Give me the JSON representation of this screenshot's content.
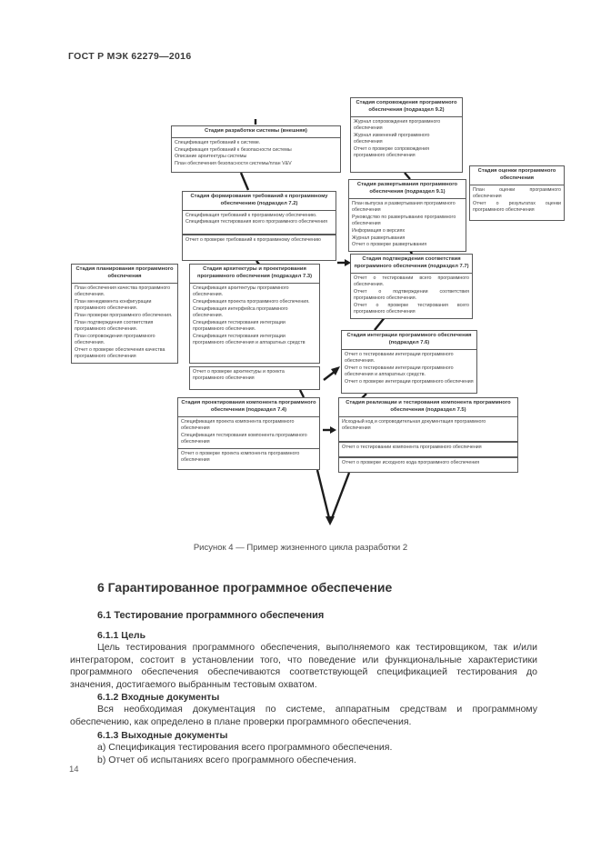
{
  "page": {
    "header": "ГОСТ Р МЭК 62279—2016",
    "page_number": "14"
  },
  "figure": {
    "caption": "Рисунок 4 — Пример жизненного цикла разработки 2",
    "boxes": {
      "sys_dev": {
        "title": "Стадия разработки системы (внешняя)",
        "items": [
          "Спецификация требований к системе.",
          "Спецификация требований к безопасности системы",
          "Описание архитектуры системы",
          "План обеспечения безопасности системы/план V&V"
        ]
      },
      "maintenance": {
        "title": "Стадия сопровождения программного обеспечения (подраздел 9.2)",
        "items": [
          "Журнал сопровождения программного обеспечения",
          "Журнал изменений программного обеспечения",
          "Отчет о проверке сопровождения программного обеспечения"
        ]
      },
      "requirements": {
        "title": "Стадия формирования требований к программному обеспечению (подраздел 7.2)",
        "items": [
          "Спецификация требований к программному обеспечению.",
          "Спецификация тестирования всего программного обеспечения"
        ],
        "report": "Отчет о проверке требований к программному обеспечению"
      },
      "deployment": {
        "title": "Стадия развертывания программного обеспечения (подраздел 9.1)",
        "items": [
          "План выпуска и развертывания программного обеспечения",
          "Руководство по развертыванию программного обеспечения",
          "Информация о версиях",
          "Журнал развертывания",
          "Отчет о проверке развертывания"
        ]
      },
      "assessment": {
        "title": "Стадия оценки программного обеспечения",
        "items": [
          "План оценки программного обеспечения",
          "Отчет о результатах оценки программного обеспечения"
        ]
      },
      "validation": {
        "title": "Стадия подтверждения соответствия программного обеспечения (подраздел 7.7)",
        "items": [
          "Отчет о тестировании всего программного обеспечения.",
          "Отчет о подтверждении соответствия программного обеспечения.",
          "Отчет о проверке тестирования всего программного обеспечения"
        ]
      },
      "planning": {
        "title": "Стадия планирования программного обеспечения",
        "items": [
          "План обеспечения качества программного обеспечения.",
          "План менеджмента конфигурации программного обеспечения.",
          "План проверки программного обеспечения.",
          "План подтверждения соответствия программного обеспечения.",
          "План сопровождения программного обеспечения.",
          "Отчет о проверке обеспечения качества программного обеспечения"
        ]
      },
      "architecture": {
        "title": "Стадия архитектуры и проектирования программного обеспечения (подраздел 7.3)",
        "items": [
          "Спецификация архитектуры программного обеспечения.",
          "Спецификация проекта программного обеспечения.",
          "Спецификация интерфейса программного обеспечения.",
          "Спецификация тестирования интеграции программного обеспечения.",
          "Спецификация тестирования интеграции программного обеспечения и аппаратных средств"
        ],
        "report": "Отчет о проверке архитектуры и проекта программного обеспечения"
      },
      "integration": {
        "title": "Стадия интеграции программного обеспечения (подраздел 7.6)",
        "items": [
          "Отчет о тестировании интеграции программного обеспечения.",
          "Отчет о тестировании интеграции программного обеспечения и аппаратных средств.",
          "Отчет о проверке интеграции программного обеспечения"
        ]
      },
      "comp_design": {
        "title": "Стадия проектирования компонента программного обеспечения (подраздел 7.4)",
        "items": [
          "Спецификация проекта компонента программного обеспечения",
          "Спецификация тестирования компонента программного обеспечения"
        ],
        "report": "Отчет о проверке проекта компонента программного обеспечения"
      },
      "implementation": {
        "title": "Стадия реализации и тестирования компонента программного обеспечения (подраздел 7.5)",
        "items": [
          "Исходный код и сопроводительная документация программного обеспечения"
        ],
        "report1": "Отчет о тестировании компонента программного обеспечения",
        "report2": "Отчет о проверке исходного кода программного обеспечения"
      }
    }
  },
  "sections": {
    "h6": "6 Гарантированное программное обеспечение",
    "h61": "6.1 Тестирование программного обеспечения",
    "h611": "6.1.1 Цель",
    "p611": "Цель тестирования программного обеспечения, выполняемого как тестировщиком, так и/или интегратором, состоит в установлении того, что поведение или функциональные характеристики программного обеспечения обеспечиваются соответствующей спецификацией тестирования до значения, достигаемого выбранным тестовым охватом.",
    "h612": "6.1.2 Входные документы",
    "p612": "Вся необходимая документация по системе, аппаратным средствам и программному обеспечению, как определено в плане проверки программного обеспечения.",
    "h613": "6.1.3 Выходные документы",
    "item_a": "a) Спецификация тестирования всего программного обеспечения.",
    "item_b": "b) Отчет об испытаниях всего программного обеспечения."
  }
}
